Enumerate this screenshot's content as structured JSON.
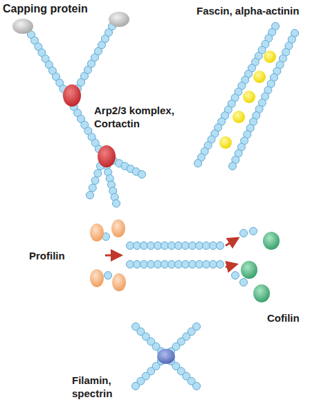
{
  "diagram": {
    "labels": [
      "Capping protein",
      "Fascin, alpha-actinin",
      "Arp2/3 komplex, Cortactin",
      "Profilin",
      "Cofilin",
      "Filamin, spectrin"
    ]
  }
}
